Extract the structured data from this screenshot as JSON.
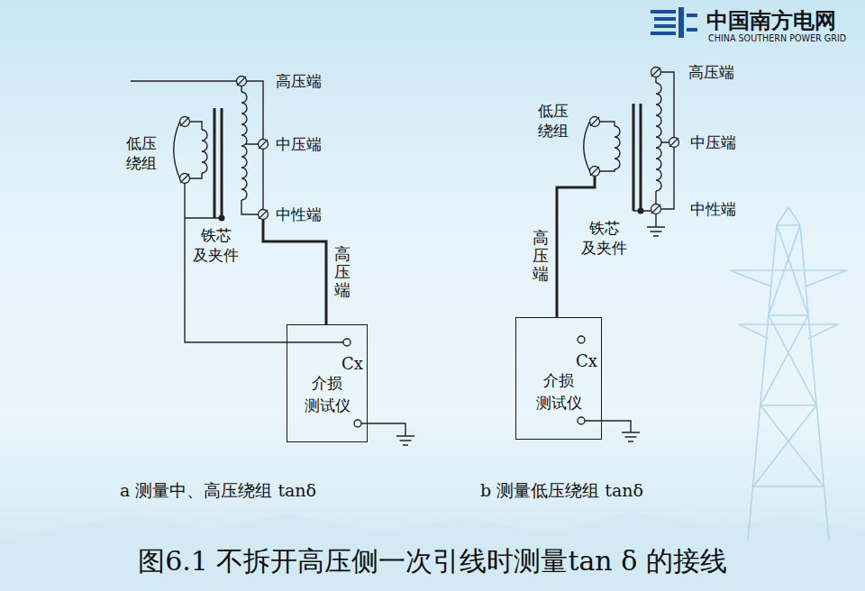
{
  "diagram": {
    "caption": "图6.1 不拆开高压侧一次引线时测量tan δ 的接线",
    "nodes": [
      {
        "text": [
          "Cx",
          "介损 测试仪"
        ]
      },
      {
        "text": [
          "Cx",
          "介损 测试仪"
        ]
      }
    ],
    "labels": [
      "中国南方电网",
      "CHINA SOUTHERN POWER GRID",
      "高压端",
      "低压 绕组",
      "中压端",
      "中性端",
      "铁芯 及夹件",
      "高压端",
      "a 测量中、高压绕组 tanδ",
      "高压端",
      "低压 绕组",
      "中压端",
      "中性端",
      "铁芯 及夹件",
      "高压端",
      "b 测量低压绕组 tanδ"
    ]
  }
}
